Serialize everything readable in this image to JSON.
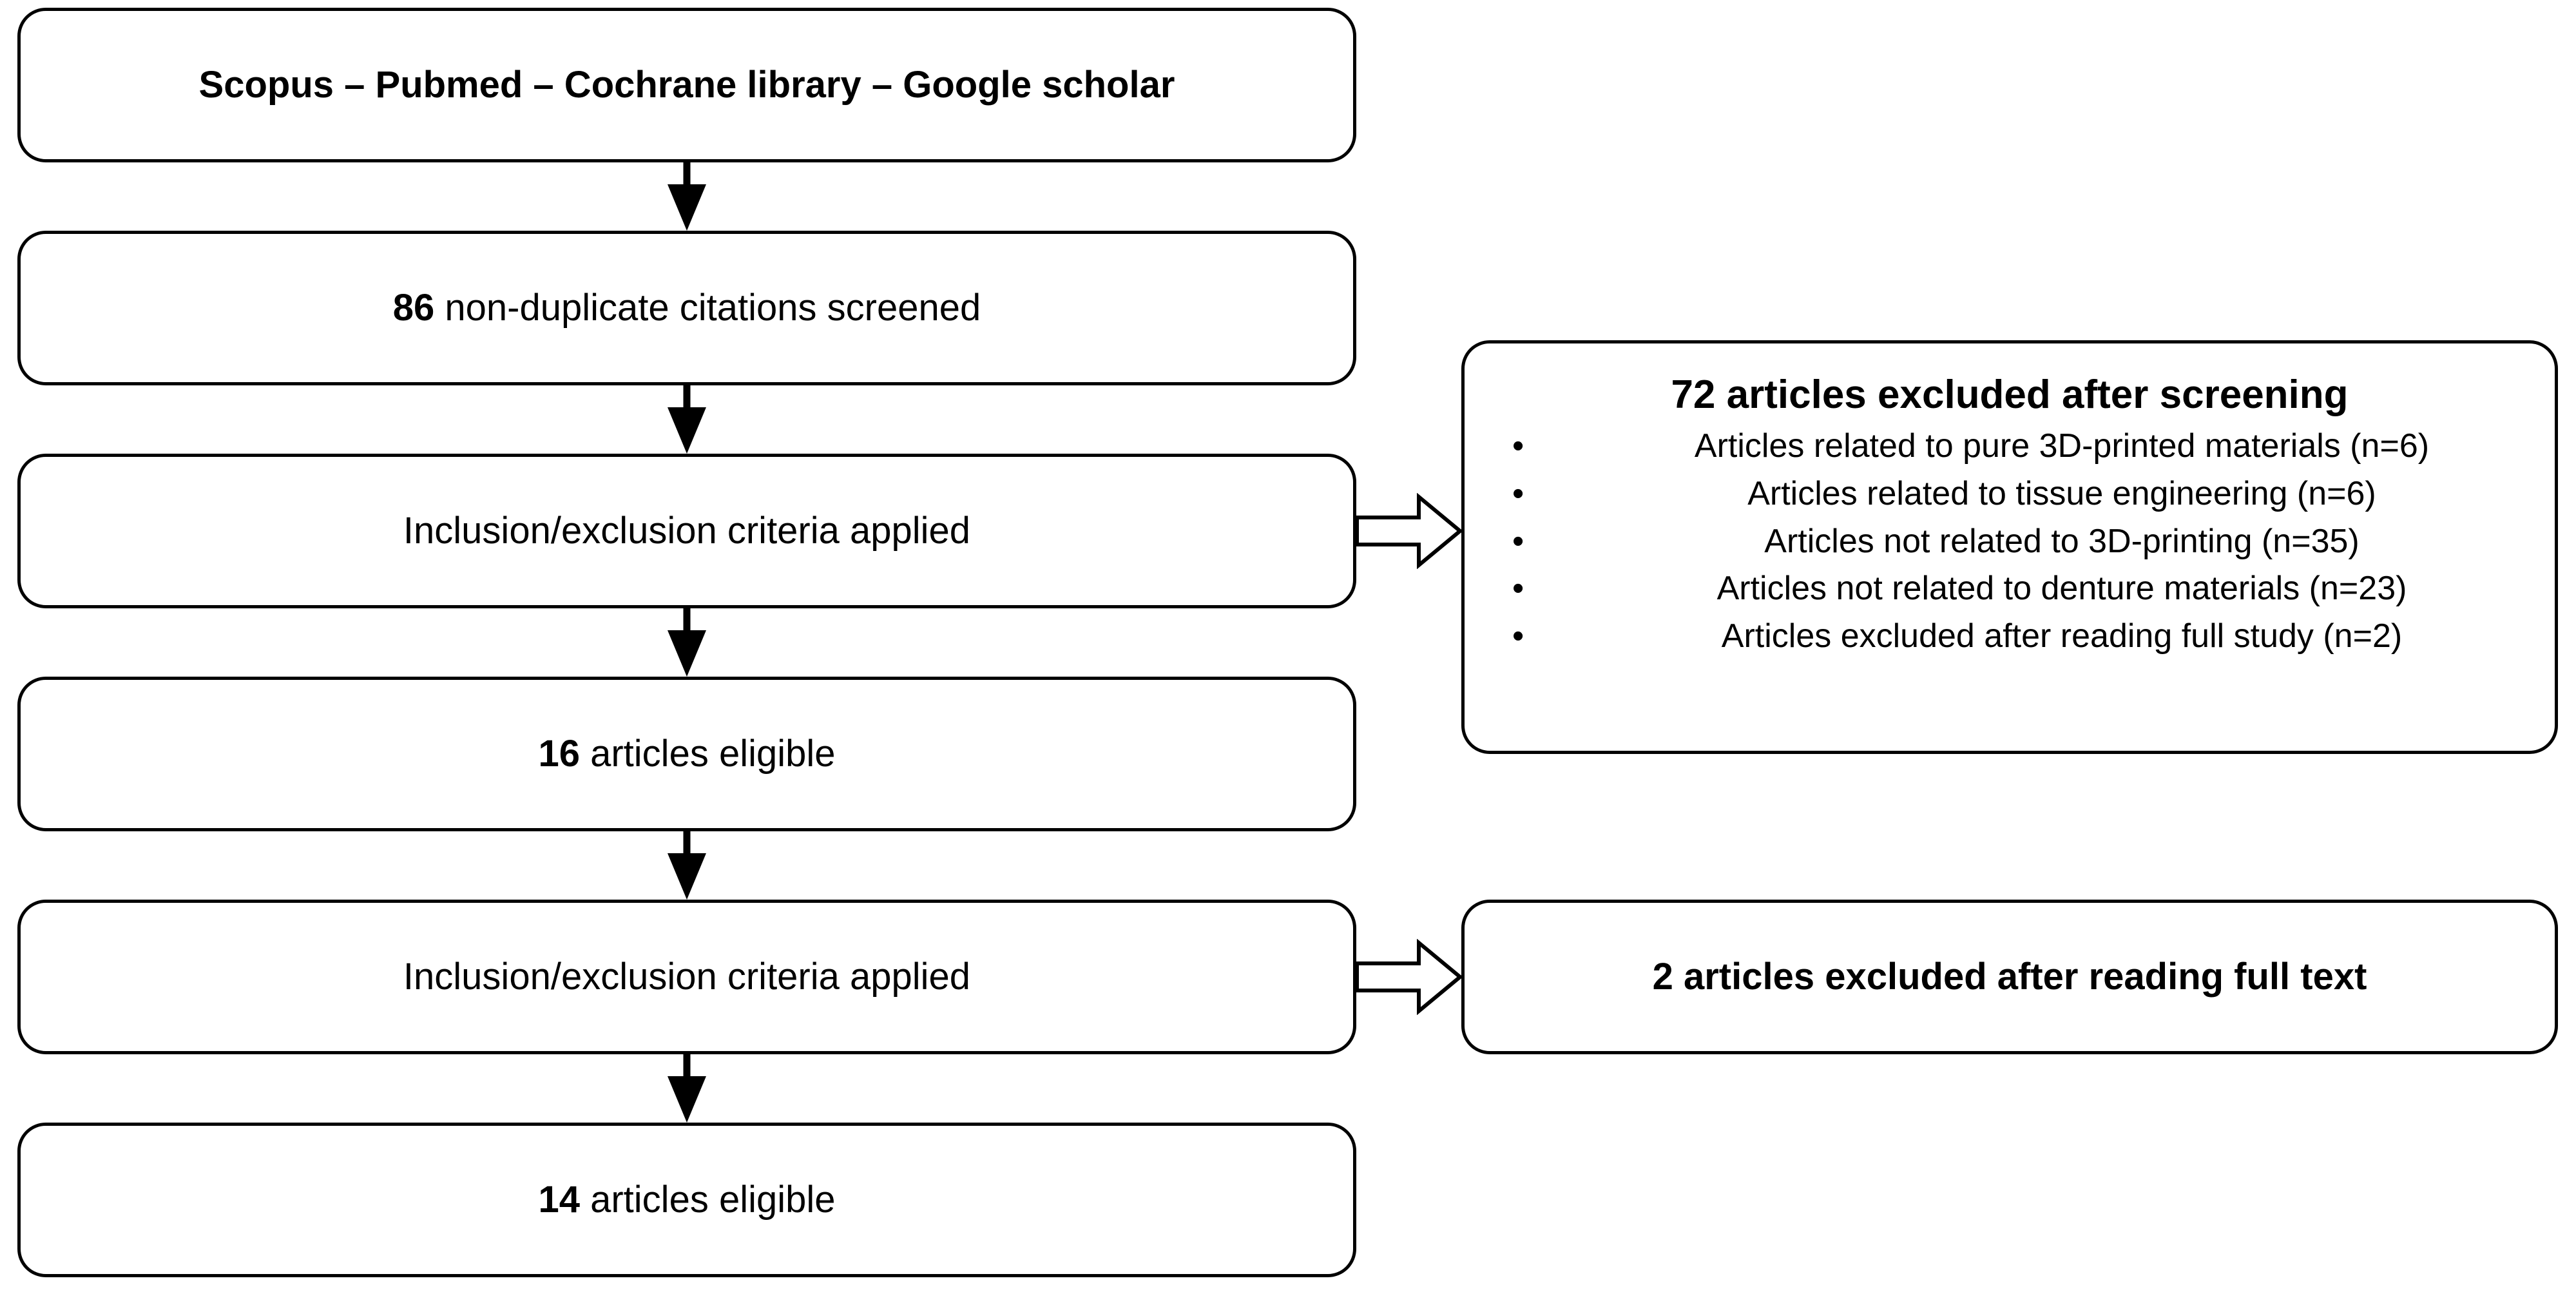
{
  "diagram": {
    "type": "prisma-flow-diagram",
    "left_column": [
      {
        "id": "sources",
        "bold_prefix": "Scopus – Pubmed – Cochrane library – Google scholar",
        "regular_suffix": ""
      },
      {
        "id": "screened",
        "bold_prefix": "86",
        "regular_suffix": " non-duplicate citations screened"
      },
      {
        "id": "criteria-1",
        "bold_prefix": "",
        "regular_suffix": "Inclusion/exclusion criteria applied"
      },
      {
        "id": "eligible-16",
        "bold_prefix": "16",
        "regular_suffix": " articles eligible"
      },
      {
        "id": "criteria-2",
        "bold_prefix": "",
        "regular_suffix": "Inclusion/exclusion criteria applied"
      },
      {
        "id": "eligible-14",
        "bold_prefix": "14",
        "regular_suffix": " articles eligible"
      }
    ],
    "exclusion_screening": {
      "title": "72 articles excluded after screening",
      "bullet_glyph": "•",
      "items": [
        "Articles related to pure 3D-printed materials (n=6)",
        "Articles related to tissue engineering (n=6)",
        "Articles not related to 3D-printing (n=35)",
        "Articles not related to denture materials (n=23)",
        "Articles excluded after reading full study (n=2)"
      ]
    },
    "exclusion_fulltext": {
      "bold_prefix": "2 articles excluded after reading full text",
      "regular_suffix": ""
    },
    "colors": {
      "stroke": "#000000",
      "fill": "#ffffff",
      "text": "#000000"
    },
    "counts": {
      "citations_screened": 86,
      "excluded_after_screening": 72,
      "eligible_after_screening": 16,
      "excluded_after_full_text": 2,
      "final_eligible": 14
    }
  }
}
